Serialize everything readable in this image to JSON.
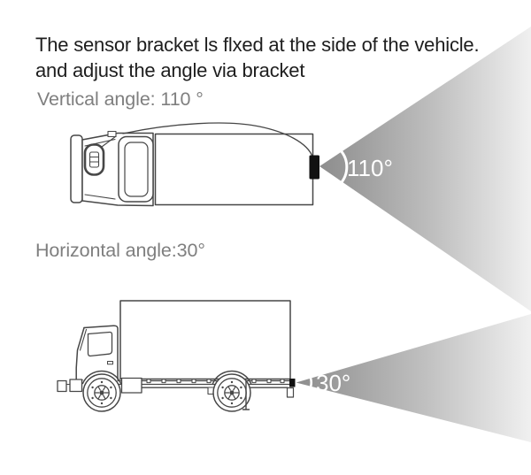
{
  "title": {
    "line1": "The sensor bracket ls flxed at the side of the vehicle.",
    "line2": "and adjust the angle via bracket"
  },
  "vertical_section": {
    "caption": "Vertical angle: 110 °",
    "beam_label": "110°"
  },
  "horizontal_section": {
    "caption": "Horizontal angle:30°",
    "beam_label": "30°"
  },
  "colors": {
    "background": "#ffffff",
    "title_text": "#1e1e1e",
    "caption_text": "#7f7f7f",
    "beam_label_text": "#ffffff",
    "beam_gradient_start": "#8d8d8d",
    "beam_gradient_mid": "#c0c0c0",
    "beam_gradient_end": "#f0f0f0",
    "line_art": "#474747",
    "sensor_fill": "#111111",
    "arc_stroke": "#ffffff"
  }
}
